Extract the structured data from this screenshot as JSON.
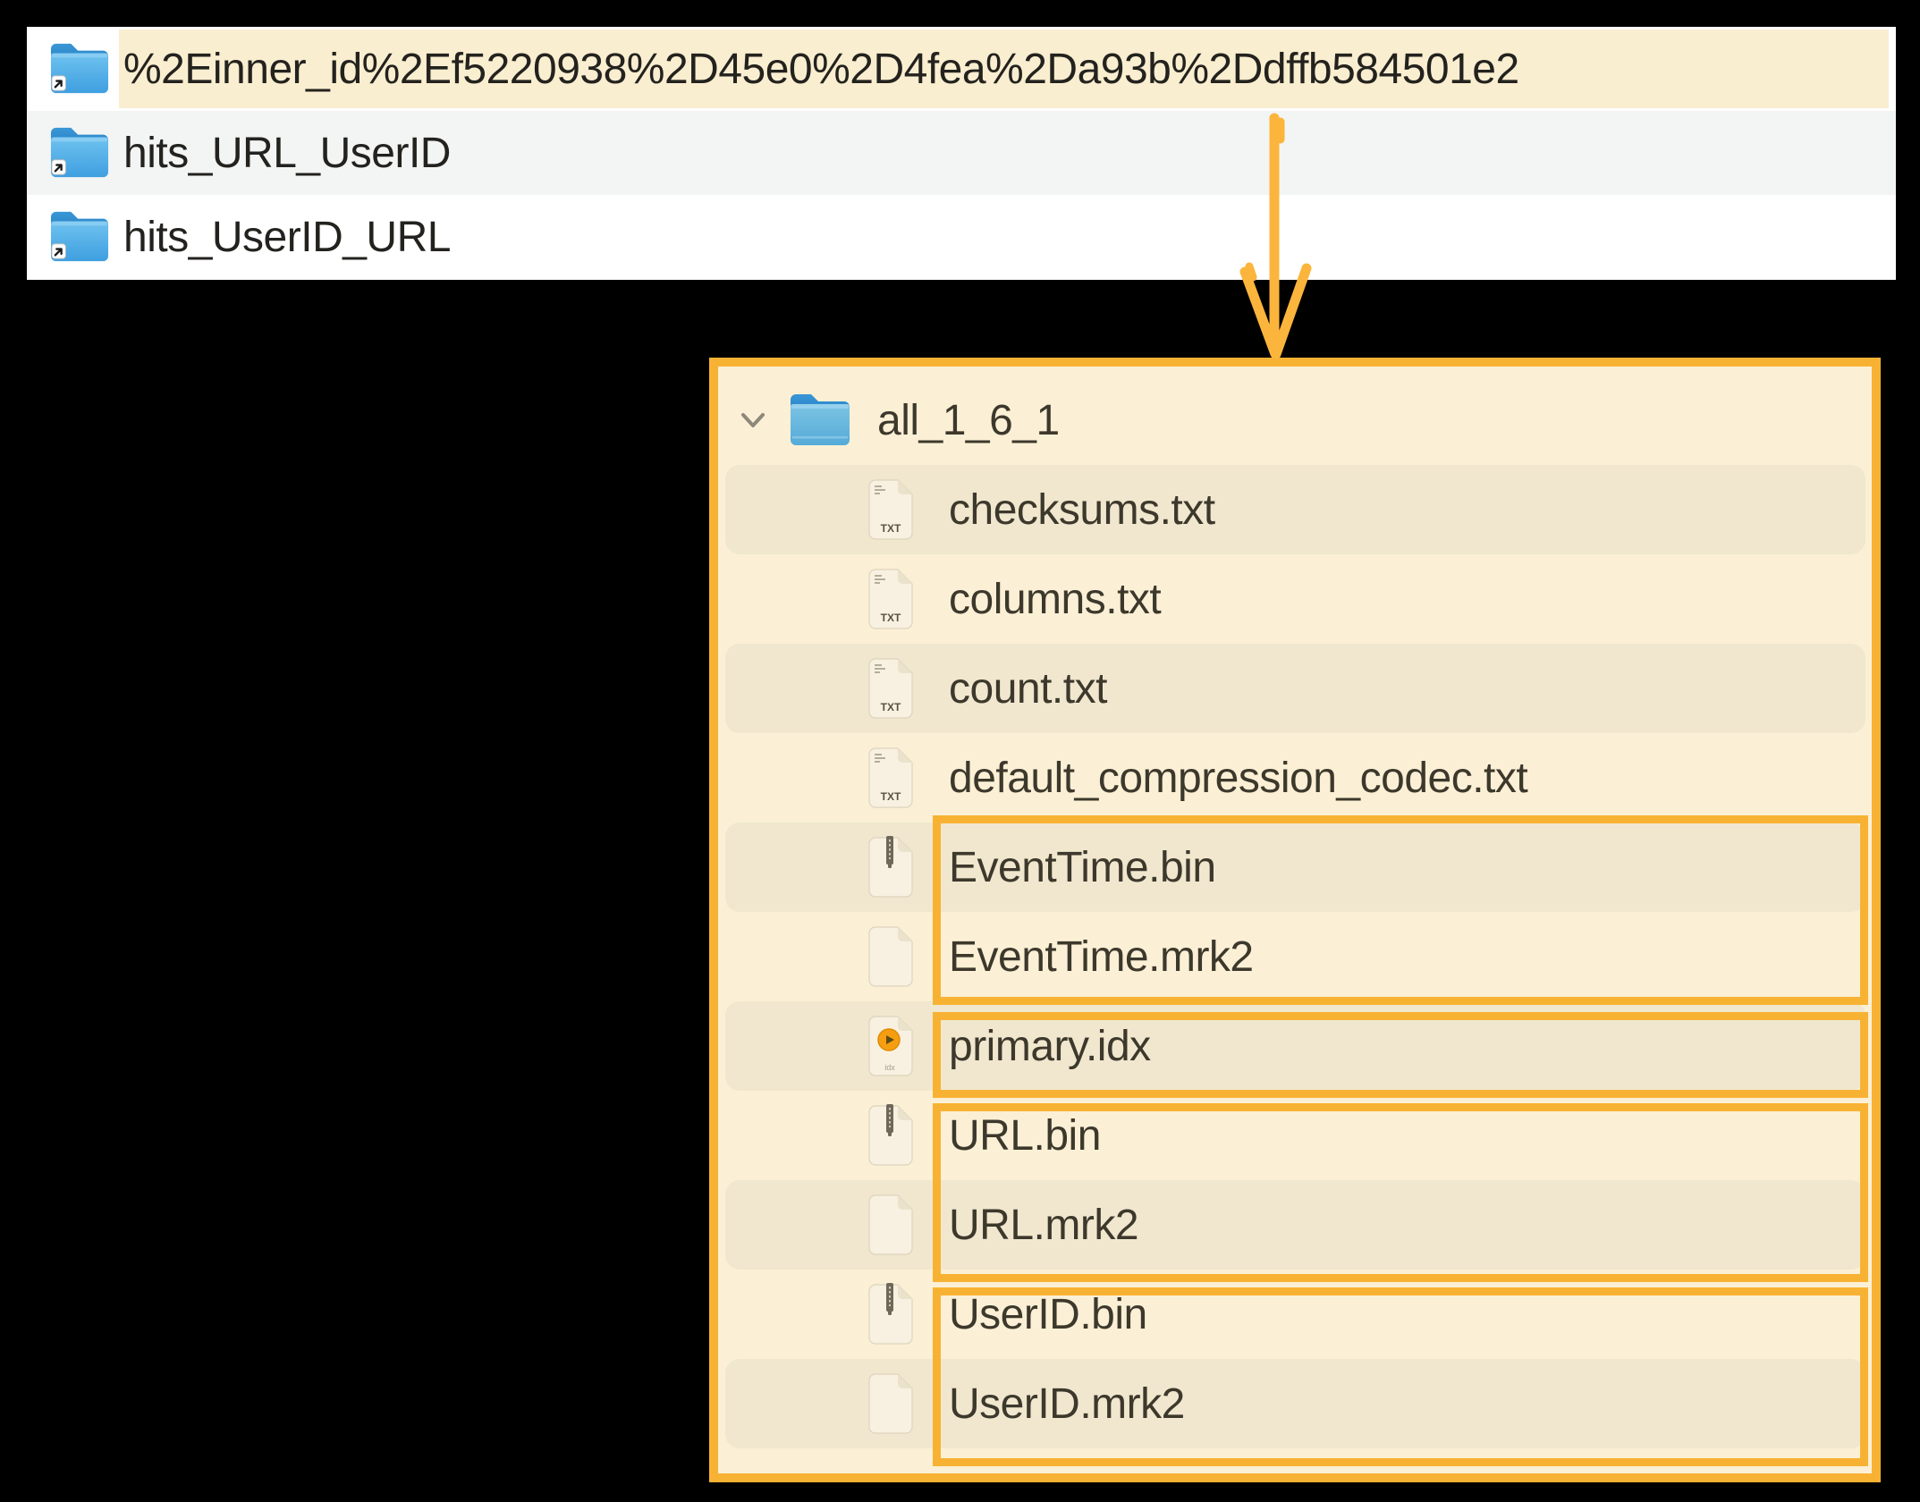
{
  "finder": {
    "rows": [
      {
        "name": "%2Einner_id%2Ef5220938%2D45e0%2D4fea%2Da93b%2Ddffb584501e2",
        "highlighted": true
      },
      {
        "name": "hits_URL_UserID",
        "highlighted": false
      },
      {
        "name": "hits_UserID_URL",
        "highlighted": false
      }
    ]
  },
  "tree": {
    "root": "all_1_6_1",
    "files": [
      {
        "name": "checksums.txt",
        "type": "txt"
      },
      {
        "name": "columns.txt",
        "type": "txt"
      },
      {
        "name": "count.txt",
        "type": "txt"
      },
      {
        "name": "default_compression_codec.txt",
        "type": "txt"
      },
      {
        "name": "EventTime.bin",
        "type": "bin"
      },
      {
        "name": "EventTime.mrk2",
        "type": "mrk2"
      },
      {
        "name": "primary.idx",
        "type": "idx"
      },
      {
        "name": "URL.bin",
        "type": "bin"
      },
      {
        "name": "URL.mrk2",
        "type": "mrk2"
      },
      {
        "name": "UserID.bin",
        "type": "bin"
      },
      {
        "name": "UserID.mrk2",
        "type": "mrk2"
      }
    ]
  },
  "icons": {
    "txt_label": "TXT",
    "idx_label": "idx"
  },
  "colors": {
    "accent_orange": "#F8B233",
    "highlight_cream": "#FAEED0",
    "panel_cream": "#FBF0D5",
    "row_band": "#F0E7CE",
    "finder_alt_row": "#F3F4F4",
    "background": "#000000"
  }
}
